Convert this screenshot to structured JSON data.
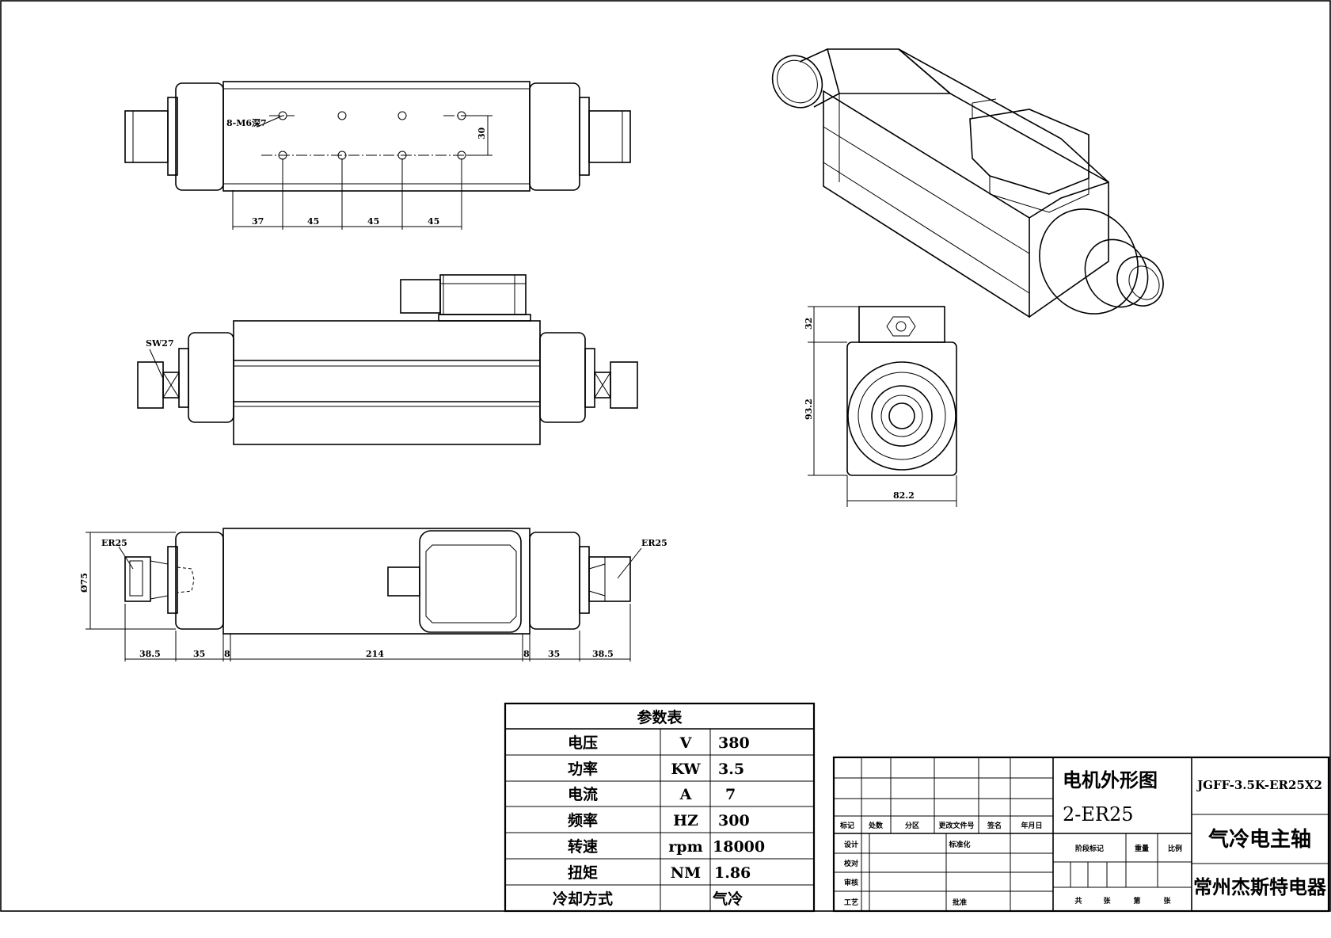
{
  "views": {
    "top": {
      "hole_note": "8-M6深7",
      "dim_30": "30",
      "dims": [
        "37",
        "45",
        "45",
        "45"
      ]
    },
    "side": {
      "wrench": "SW27"
    },
    "bottom": {
      "collet_left": "ER25",
      "collet_right": "ER25",
      "diameter": "Ø75",
      "dims": [
        "38.5",
        "35",
        "8",
        "214",
        "8",
        "35",
        "38.5"
      ]
    },
    "end": {
      "h_top": "32",
      "h_body": "93.2",
      "width": "82.2"
    }
  },
  "param_table": {
    "title": "参数表",
    "rows": [
      {
        "name": "电压",
        "unit": "V",
        "value": "380"
      },
      {
        "name": "功率",
        "unit": "KW",
        "value": "3.5"
      },
      {
        "name": "电流",
        "unit": "A",
        "value": "7"
      },
      {
        "name": "频率",
        "unit": "HZ",
        "value": "300"
      },
      {
        "name": "转速",
        "unit": "rpm",
        "value": "18000"
      },
      {
        "name": "扭矩",
        "unit": "NM",
        "value": "1.86"
      },
      {
        "name": "冷却方式",
        "unit": "",
        "value": "气冷"
      }
    ]
  },
  "title_block": {
    "drawing_name": "电机外形图",
    "sub_name": "2-ER25",
    "model": "JGFF-3.5K-ER25X2",
    "product": "气冷电主轴",
    "company": "常州杰斯特电器",
    "labels": {
      "mark": "标记",
      "count": "处数",
      "zone": "分区",
      "doc": "更改文件号",
      "sign": "签名",
      "date": "年月日",
      "design": "设计",
      "standard": "标准化",
      "check": "校对",
      "review": "审核",
      "process": "工艺",
      "approve": "批准",
      "stage": "阶段标记",
      "weight": "重量",
      "scale": "比例",
      "total": "共",
      "sheet1": "张",
      "num": "第",
      "sheet2": "张"
    }
  }
}
